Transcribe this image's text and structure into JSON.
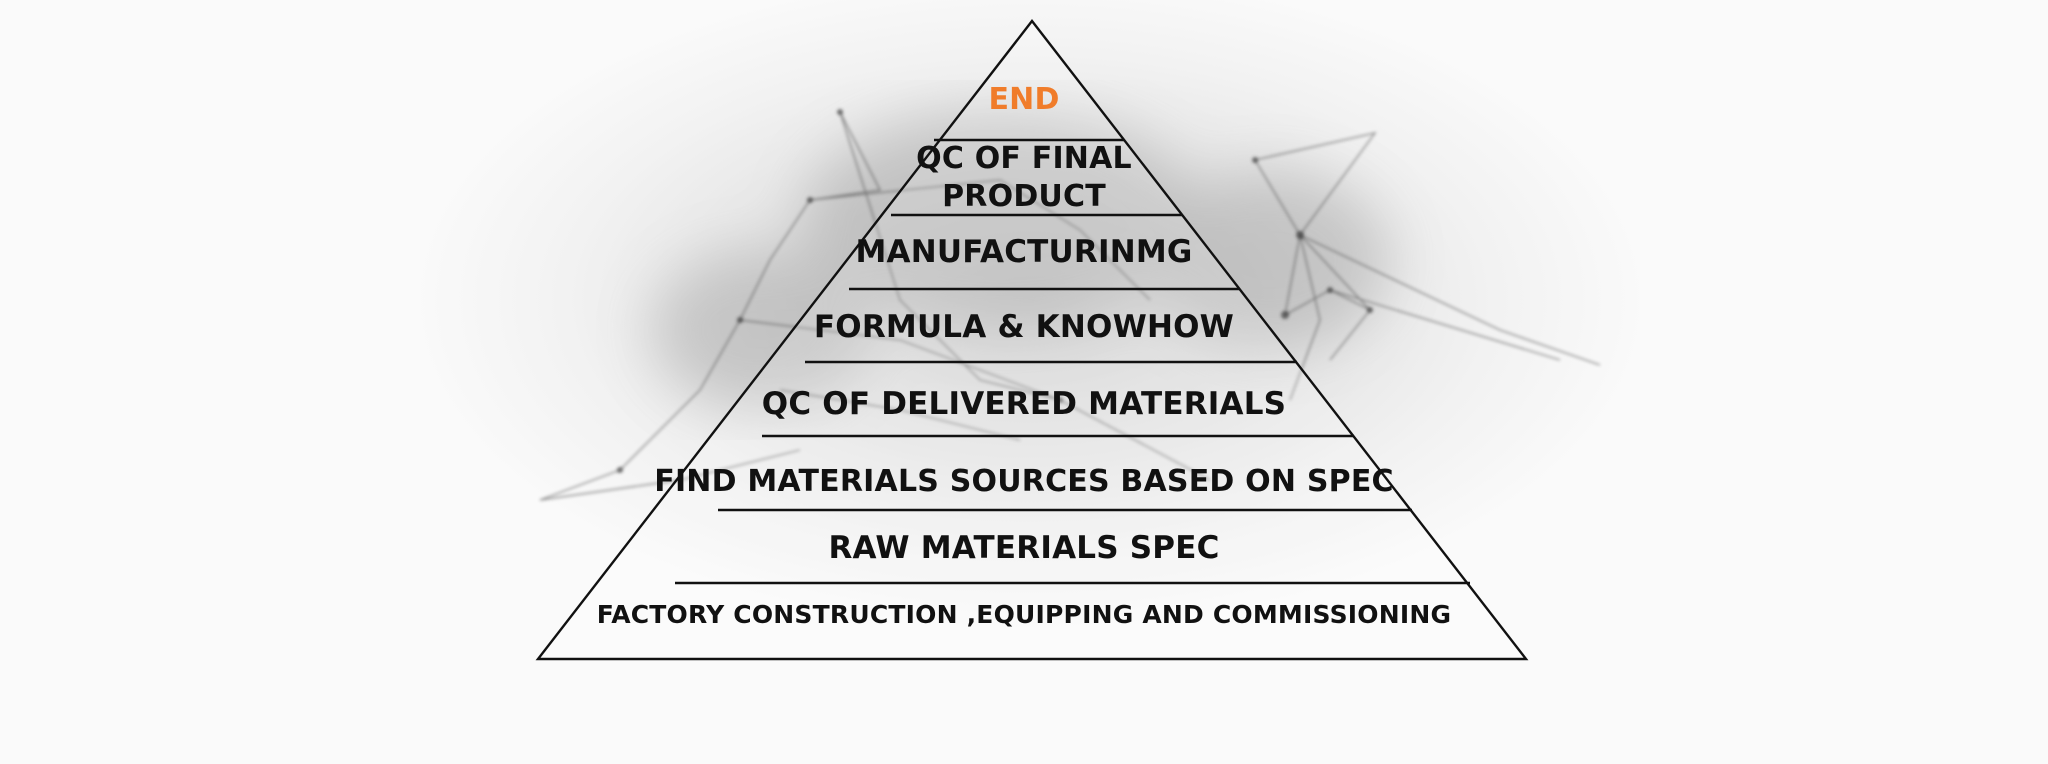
{
  "pyramid": {
    "tiers": [
      {
        "label": "END",
        "color": "#f07c2a"
      },
      {
        "label_lines": [
          "QC OF FINAL",
          "PRODUCT"
        ]
      },
      {
        "label": "MANUFACTURINMG"
      },
      {
        "label": "FORMULA & KNOWHOW"
      },
      {
        "label": "QC OF DELIVERED MATERIALS"
      },
      {
        "label": "FIND MATERIALS SOURCES  BASED ON SPEC"
      },
      {
        "label": "RAW MATERIALS SPEC"
      },
      {
        "label": "FACTORY CONSTRUCTION ,EQUIPPING AND COMMISSIONING"
      }
    ],
    "accent_color": "#f07c2a",
    "line_color": "#111111"
  }
}
